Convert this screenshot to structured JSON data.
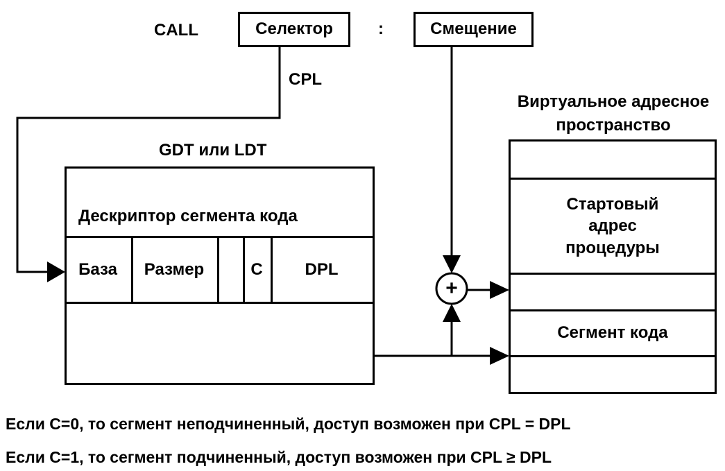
{
  "call": {
    "label": "CALL",
    "selector": "Селектор",
    "colon": ":",
    "offset": "Смещение"
  },
  "cpl_label": "CPL",
  "table": {
    "title": "GDT или LDT",
    "descriptor_label": "Дескриптор сегмента кода",
    "fields": {
      "base": "База",
      "size": "Размер",
      "blank": "",
      "c": "C",
      "dpl": "DPL"
    }
  },
  "address_space": {
    "title_line1": "Виртуальное адресное",
    "title_line2": "пространство",
    "start_line1": "Стартовый",
    "start_line2": "адрес",
    "start_line3": "процедуры",
    "code_segment": "Сегмент кода"
  },
  "adder_symbol": "+",
  "notes": {
    "line1": "Если C=0, то сегмент неподчиненный, доступ возможен при CPL = DPL",
    "line2": "Если C=1, то сегмент подчиненный, доступ возможен при CPL ≥ DPL"
  }
}
